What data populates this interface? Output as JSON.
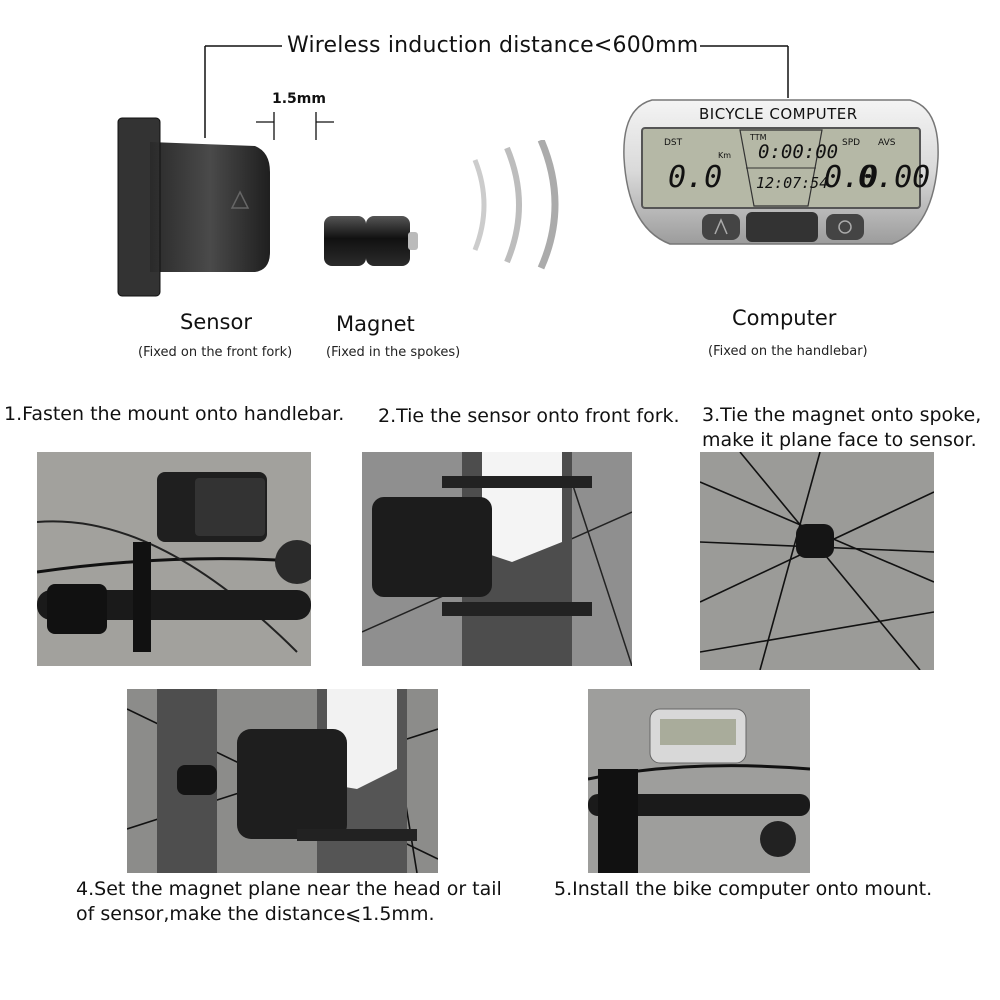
{
  "diagram": {
    "distance_label": "Wireless induction distance<600mm",
    "gap_label": "1.5mm",
    "lcd_title": "BICYCLE COMPUTER",
    "lcd": {
      "dst_label": "DST",
      "km_label": "Km",
      "dst_value": "0.0",
      "ttm_label": "TTM",
      "ttm_value": "0:00:00",
      "clock_value": "12:07:54",
      "spd_label": "SPD",
      "avs_label": "AVS",
      "spd_value": "0.0",
      "avs_value": "0.00"
    }
  },
  "parts": {
    "sensor": {
      "name": "Sensor",
      "note": "(Fixed on the front fork)"
    },
    "magnet": {
      "name": "Magnet",
      "note": "(Fixed in the spokes)"
    },
    "computer": {
      "name": "Computer",
      "note": "(Fixed on the handlebar)"
    }
  },
  "steps": [
    {
      "line1": "1.Fasten the mount onto handlebar.",
      "line2": ""
    },
    {
      "line1": "2.Tie the sensor onto front fork.",
      "line2": ""
    },
    {
      "line1": "3.Tie the magnet onto spoke,",
      "line2": "make it plane face to sensor."
    },
    {
      "line1": "4.Set the magnet plane near the head or tail",
      "line2": "of sensor,make the distance⩽1.5mm."
    },
    {
      "line1": "5.Install the bike computer onto mount.",
      "line2": ""
    }
  ]
}
